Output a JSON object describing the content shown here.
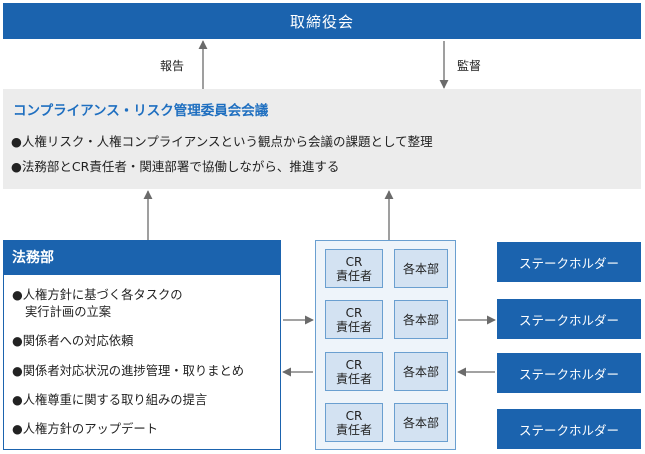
{
  "colors": {
    "primary_blue": "#1b63ae",
    "title_blue": "#1f6fc0",
    "committee_bg": "#ececec",
    "cell_bg": "#d3e2f2",
    "panel_bg": "#eef4fa",
    "arrow": "#6b6b6b"
  },
  "board": {
    "label": "取締役会"
  },
  "edges": {
    "report": "報告",
    "supervise": "監督"
  },
  "committee": {
    "title": "コンプライアンス・リスク管理委員会会議",
    "items": [
      "●人権リスク・人権コンプライアンスという観点から会議の課題として整理",
      "●法務部とCR責任者・関連部署で協働しながら、推進する"
    ]
  },
  "legal": {
    "title": "法務部",
    "items": [
      [
        "●人権方針に基づく各タスクの",
        "実行計画の立案"
      ],
      [
        "●関係者への対応依頼"
      ],
      [
        "●関係者対応状況の進捗管理・取りまとめ"
      ],
      [
        "●人権尊重に関する取り組みの提言"
      ],
      [
        "●人権方針のアップデート"
      ]
    ]
  },
  "cr_rows": [
    {
      "cr": [
        "CR",
        "責任者"
      ],
      "dept": "各本部"
    },
    {
      "cr": [
        "CR",
        "責任者"
      ],
      "dept": "各本部"
    },
    {
      "cr": [
        "CR",
        "責任者"
      ],
      "dept": "各本部"
    },
    {
      "cr": [
        "CR",
        "責任者"
      ],
      "dept": "各本部"
    }
  ],
  "stakeholders": [
    "ステークホルダー",
    "ステークホルダー",
    "ステークホルダー",
    "ステークホルダー"
  ]
}
